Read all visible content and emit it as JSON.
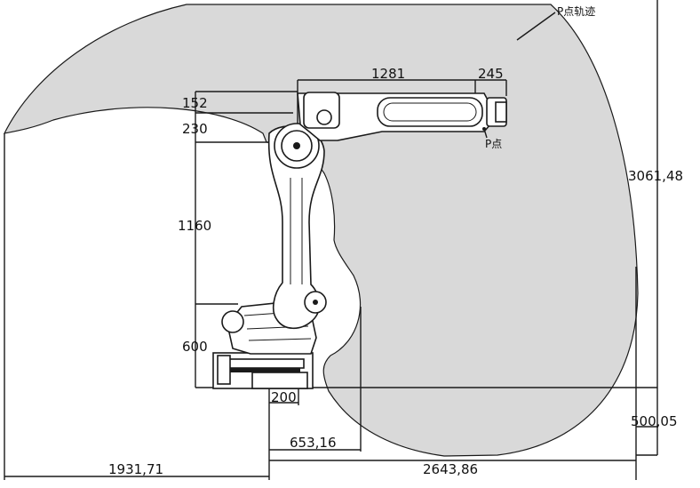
{
  "labels": {
    "trajectory": "P点轨迹",
    "point": "P点"
  },
  "dimensions": {
    "arm_length": "1281",
    "wrist_length": "245",
    "offset_top": "152",
    "offset_230": "230",
    "lower_arm": "1160",
    "base_height": "600",
    "base_offset": "200",
    "inner_radius": "653,16",
    "rear_reach": "1931,71",
    "front_reach": "2643,86",
    "max_height": "3061,48",
    "bottom_reach": "500,05"
  },
  "colors": {
    "workspace_fill": "#d9d9d9",
    "line": "#1a1a1a",
    "background": "#ffffff"
  }
}
